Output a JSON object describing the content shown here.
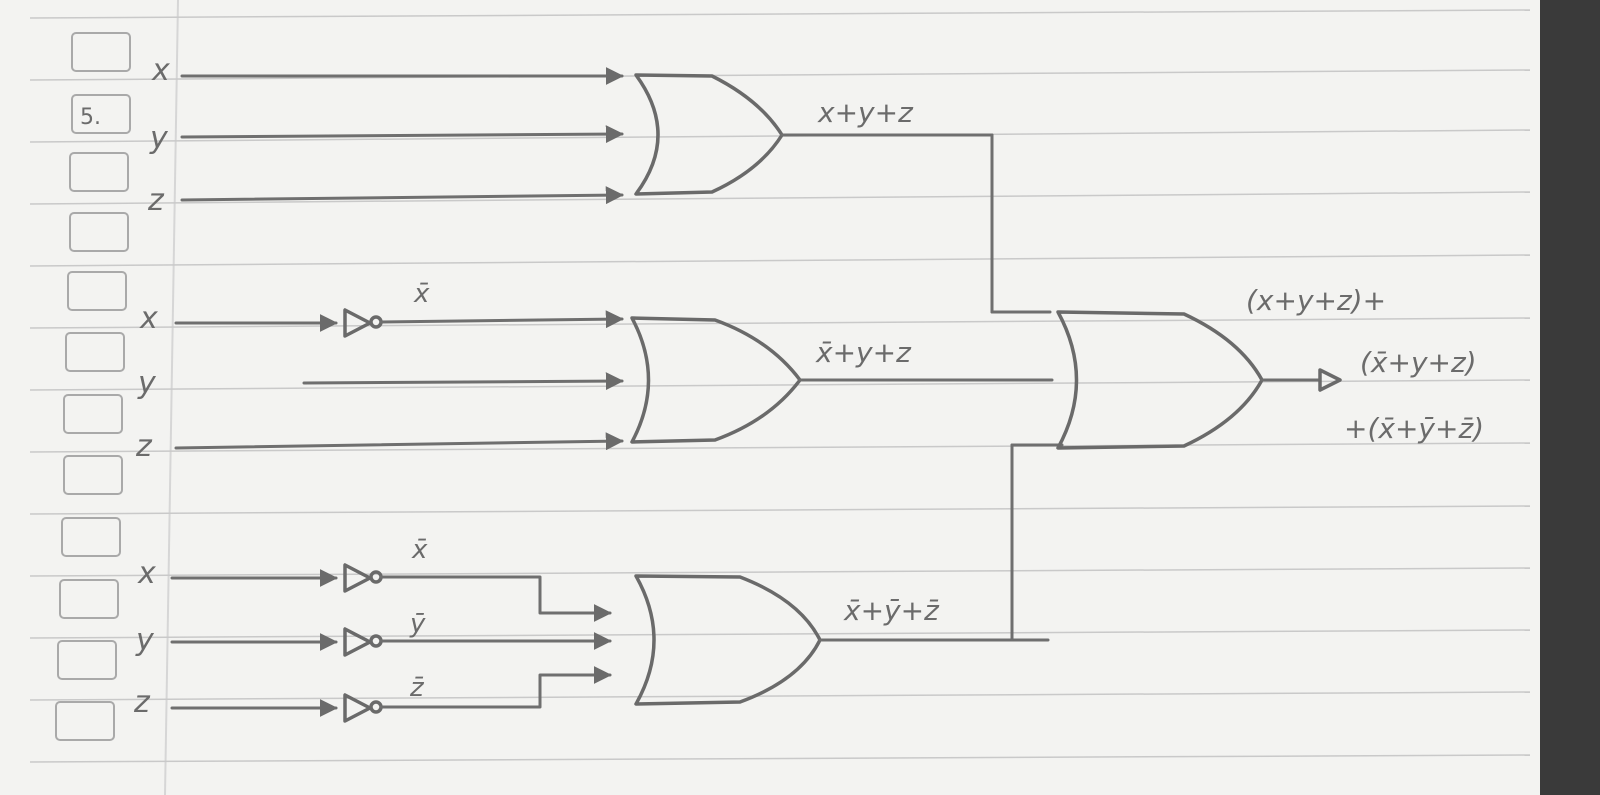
{
  "problem_number": "5.",
  "inputs": {
    "gate1": [
      "x",
      "y",
      "z"
    ],
    "gate2": [
      "x",
      "y",
      "z"
    ],
    "gate3": [
      "x",
      "y",
      "z"
    ]
  },
  "inverter_labels": {
    "gate2_x": "x̄",
    "gate3_x": "x̄",
    "gate3_y": "ȳ",
    "gate3_z": "z̄"
  },
  "gate_outputs": {
    "gate1": "x+y+z",
    "gate2": "x̄+y+z",
    "gate3": "x̄+ȳ+z̄"
  },
  "final_output": {
    "line1": "(x+y+z)+",
    "line2": "(x̄+y+z)",
    "line3": "+(x̄+ȳ+z̄)"
  },
  "colors": {
    "paper": "#f3f3f1",
    "ink": "#6b6b6b",
    "rule": "#c9c9c9"
  }
}
